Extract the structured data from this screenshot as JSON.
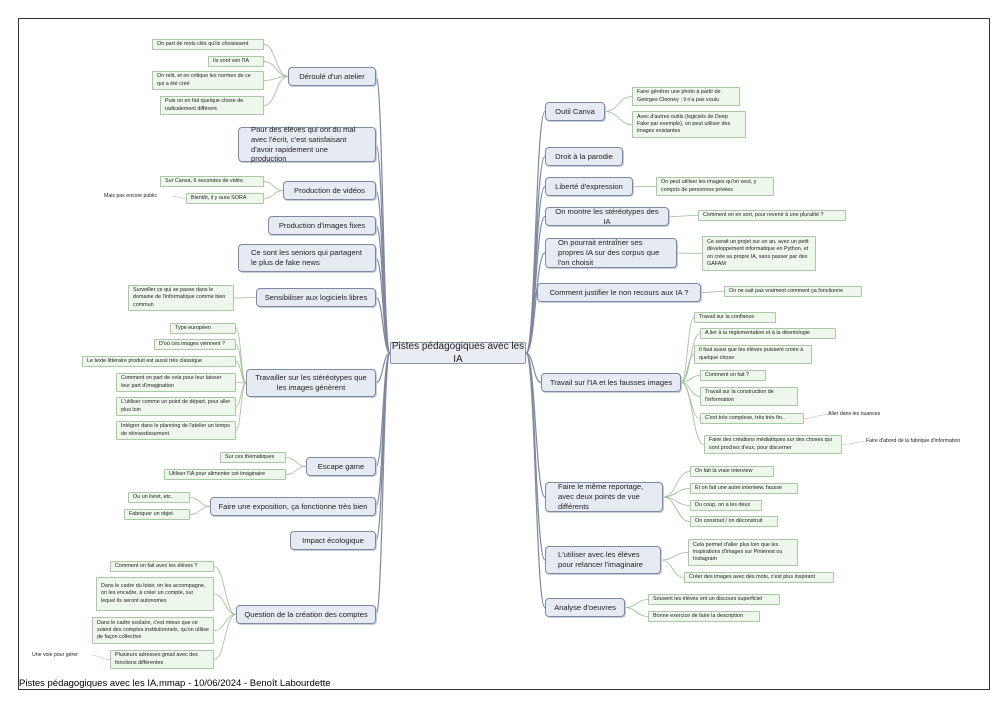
{
  "root": "Pistes pédagogiques avec les IA",
  "footer": "Pistes pédagogiques avec les IA.mmap - 10/06/2024 - Benoît Labourdette",
  "left": {
    "atelier": {
      "label": "Déroulé d'un atelier",
      "items": [
        "On part de mots clés qu'ils choisissent",
        "Ils vont voir l'IA",
        "On relit, et on critique les normes de ce qui a été créé",
        "Puis on en fait quelque chose de radicalement différent"
      ]
    },
    "eleves_ecrit": "Pour des élèves qui ont du mal avec l'écrit, c'est satisfaisant d'avoir rapidement une production",
    "videos": {
      "label": "Production de vidéos",
      "items": [
        "Sur Canva, 6 secondes de vidéo",
        "Bientôt, il y aura SORA"
      ],
      "note": "Mais pas encore public"
    },
    "images_fixes": "Production d'images fixes",
    "seniors": "Ce sont les seniors qui partagent le plus de fake news",
    "logiciels": {
      "label": "Sensibiliser aux logiciels libres",
      "items": [
        "Surveiller ce qui se passe dans le domaine de l'informatique comme bien commun"
      ]
    },
    "stereotypes": {
      "label": "Travailler sur les stéréotypes que les images génèrent",
      "items": [
        "Type européen",
        "D'où ces images viennent ?",
        "Le texte littéraire produit est aussi très classique",
        "Comment on part de cela pour leur laisser leur part d'imagination",
        "L'utiliser comme un point de départ, pour aller plus loin",
        "Intégrer dans le planning de l'atelier un temps de réinvestissement"
      ]
    },
    "escape": {
      "label": "Escape game",
      "items": [
        "Sur ces thématiques",
        "Utiliser l'IA pour alimenter cet imaginaire"
      ]
    },
    "exposition": {
      "label": "Faire une exposition, ça fonctionne très bien",
      "items": [
        "Ou un livret, etc.",
        "Fabriquer un objet"
      ]
    },
    "ecologique": "Impact écologique",
    "comptes": {
      "label": "Question de la création des comptes",
      "items": [
        "Comment on fait avec les élèves ?",
        "Dans le cadre du loisir, on les accompagne, on les encadre, à créer un compte, sur lequel ils seront autonomes",
        "Dans le cadre scolaire, c'est mieux que ce soient des comptes institutionnels, qu'on utilise de façon collective",
        "Plusieurs adresses gmail avec des fonctions différentes"
      ],
      "note": "Une voie pour gérer"
    }
  },
  "right": {
    "canva": {
      "label": "Outil Canva",
      "items": [
        "Faire générer une photo à partir de Georges Clooney : il n'a pas voulu",
        "Avec d'autres outils (logiciels de Deep Fake par exemple), on peut utiliser des images existantes"
      ]
    },
    "parodie": "Droit à la parodie",
    "liberte": {
      "label": "Liberté d'expression",
      "items": [
        "On peut utiliser les images qu'on veut, y compris de personnes privées"
      ]
    },
    "montre": {
      "label": "On montre les stéréotypes des IA",
      "items": [
        "Comment on en sort, pour revenir à une pluralité ?"
      ]
    },
    "entrainer": {
      "label": "On pourrait entraîner ses propres IA sur des corpus que l'on choisit",
      "items": [
        "Ce serait un projet sur un an, avec un petit développement informatique en Python, et on crée sa propre IA, sans passer par des GAFAM"
      ]
    },
    "justifier": {
      "label": "Comment justifier le non recours aux IA ?",
      "items": [
        "On ne sait pas vraiment comment ça fonctionne"
      ]
    },
    "fausses": {
      "label": "Travail sur l'IA et les fausses images",
      "items": [
        "Travail sur la confiance",
        "A lier à la réglementation et à la déontologie",
        "Il faut aussi que les élèves puissent croire à quelque chose",
        "Comment on fait ?",
        "Travail sur la construction de l'information",
        "C'est très complexe, très très fin..",
        "Faire des créations médiatiques sur des choses qui sont proches d'eux, pour discerner"
      ],
      "notes": [
        "Aller dans les nuances",
        "Faire d'abord de la fabrique d'information"
      ]
    },
    "reportage": {
      "label": "Faire le même reportage, avec deux points de vue différents",
      "items": [
        "On fait la vraie interview",
        "Et on fait une autre interview, fausse",
        "Du coup, on a les deux",
        "On construit / on déconstruit"
      ]
    },
    "relancer": {
      "label": "L'utiliser avec les élèves pour relancer l'imaginaire",
      "items": [
        "Cela permet d'aller plus loin que les inspirations d'images sur Pinterest ou Instagram",
        "Créer des images avec des mots, c'est plus inspirant"
      ]
    },
    "oeuvres": {
      "label": "Analyse d'oeuvres",
      "items": [
        "Souvent les élèves ont un discours superficiel",
        "Bonne exercice de faire la description"
      ]
    }
  }
}
